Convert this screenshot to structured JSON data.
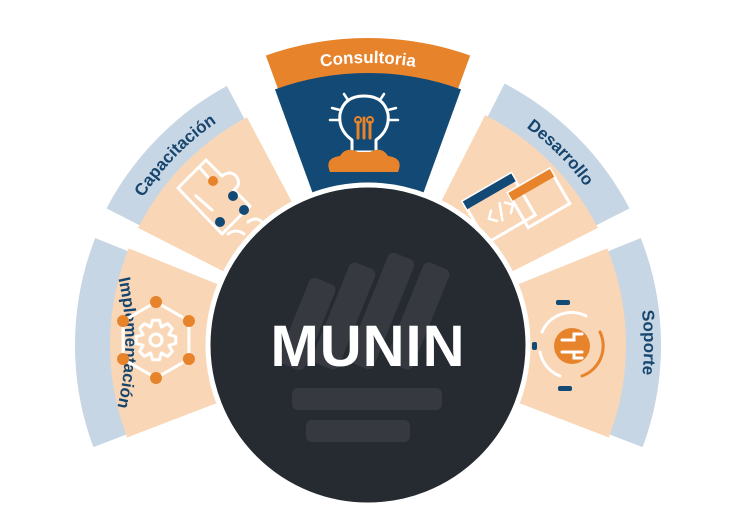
{
  "center": {
    "title": "MUNIN"
  },
  "segments": [
    {
      "label": "Implementación",
      "icon": "gear-network-icon"
    },
    {
      "label": "Capacitación",
      "icon": "puzzle-people-icon"
    },
    {
      "label": "Consultoria",
      "icon": "lightbulb-icon"
    },
    {
      "label": "Desarrollo",
      "icon": "browser-windows-icon"
    },
    {
      "label": "Soporte",
      "icon": "wrench-support-icon"
    }
  ],
  "colors": {
    "outer_band": "#c7d6e4",
    "inner_band": "#f9d6b6",
    "highlight_outer": "#e7832b",
    "highlight_inner": "#124a75",
    "center": "#262a31",
    "label_text": "#17456d",
    "icon_orange": "#e7832b",
    "icon_blue": "#124a75",
    "white": "#ffffff"
  }
}
